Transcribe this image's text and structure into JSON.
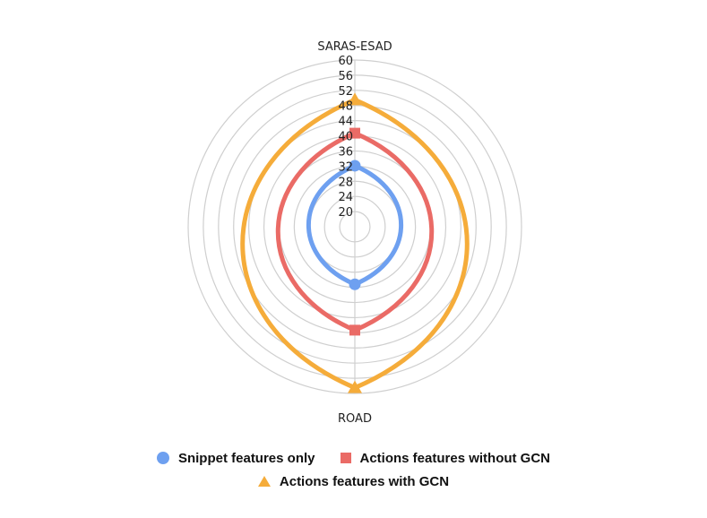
{
  "chart_data": {
    "type": "radar",
    "axes": [
      "SARAS-ESAD",
      "ROAD"
    ],
    "rlim": [
      16,
      60
    ],
    "ticks": [
      20,
      24,
      28,
      32,
      36,
      40,
      44,
      48,
      52,
      56,
      60
    ],
    "series": [
      {
        "name": "Snippet features only",
        "values": [
          32.1,
          31.2
        ],
        "color": "#6ea0f0",
        "marker": "circle"
      },
      {
        "name": "Actions features without GCN",
        "values": [
          40.7,
          43.3
        ],
        "color": "#ea6b66",
        "marker": "square"
      },
      {
        "name": "Actions features with GCN",
        "values": [
          49.5,
          58.5
        ],
        "color": "#f5ac3a",
        "marker": "triangle"
      }
    ],
    "grid": true,
    "legend_position": "bottom"
  }
}
